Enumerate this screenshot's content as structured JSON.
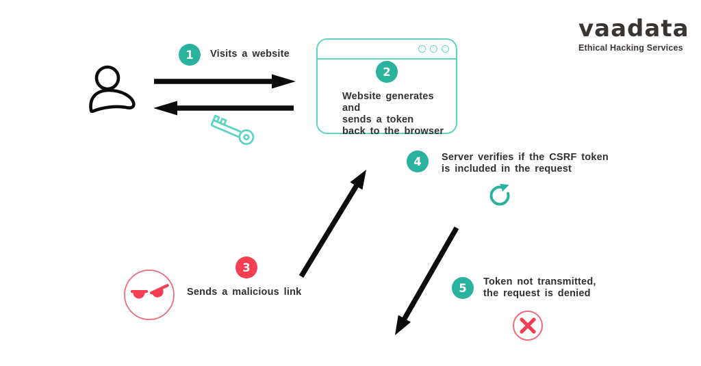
{
  "logo": {
    "brand": "vaadata",
    "tagline": "Ethical Hacking Services"
  },
  "steps": {
    "s1": {
      "num": "1",
      "label": "Visits a website"
    },
    "s2": {
      "num": "2",
      "label": "Website generates and\nsends a token\nback to the browser"
    },
    "s3": {
      "num": "3",
      "label": "Sends a malicious link"
    },
    "s4": {
      "num": "4",
      "label": "Server verifies if the CSRF token\nis included in the request"
    },
    "s5": {
      "num": "5",
      "label": "Token not transmitted,\nthe request is denied"
    }
  },
  "icons": {
    "user": "user-icon",
    "key": "key-icon",
    "browser": "browser-window",
    "browser_dots": "window-control-dots",
    "refresh": "refresh-arrow-icon",
    "attacker": "angry-face-icon",
    "denied": "x-circle-icon",
    "flow": "flow-arrow"
  },
  "colors": {
    "teal": "#29b29e",
    "tealLight": "#5fd4c1",
    "red": "#f43e53",
    "redLight": "#f2697c",
    "arrow": "#0c0c0c",
    "text": "#303030",
    "logo": "#3a3532"
  }
}
